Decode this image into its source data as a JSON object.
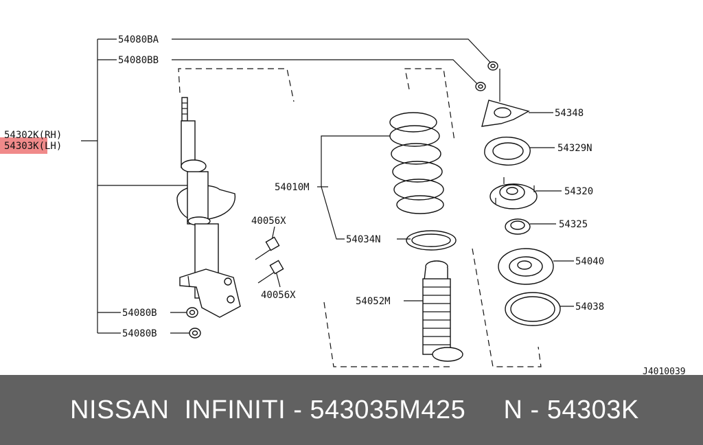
{
  "diagram": {
    "labels": {
      "p54080BA": "54080BA",
      "p54080BB": "54080BB",
      "p54302K": "54302K(RH)",
      "p54303K": "54303K(LH)",
      "p40056X_top": "40056X",
      "p40056X_bottom": "40056X",
      "p54080B_top": "54080B",
      "p54080B_bottom": "54080B",
      "p54010M": "54010M",
      "p54034N": "54034N",
      "p54052M": "54052M",
      "p54348": "54348",
      "p54329N": "54329N",
      "p54320": "54320",
      "p54325": "54325",
      "p54040": "54040",
      "p54038": "54038",
      "ref_code": "J4010039"
    },
    "highlight_color": "#f08a8a"
  },
  "footer": {
    "text": "NISSAN  INFINITI - 543035M425     N - 54303K",
    "background": "#616161"
  }
}
